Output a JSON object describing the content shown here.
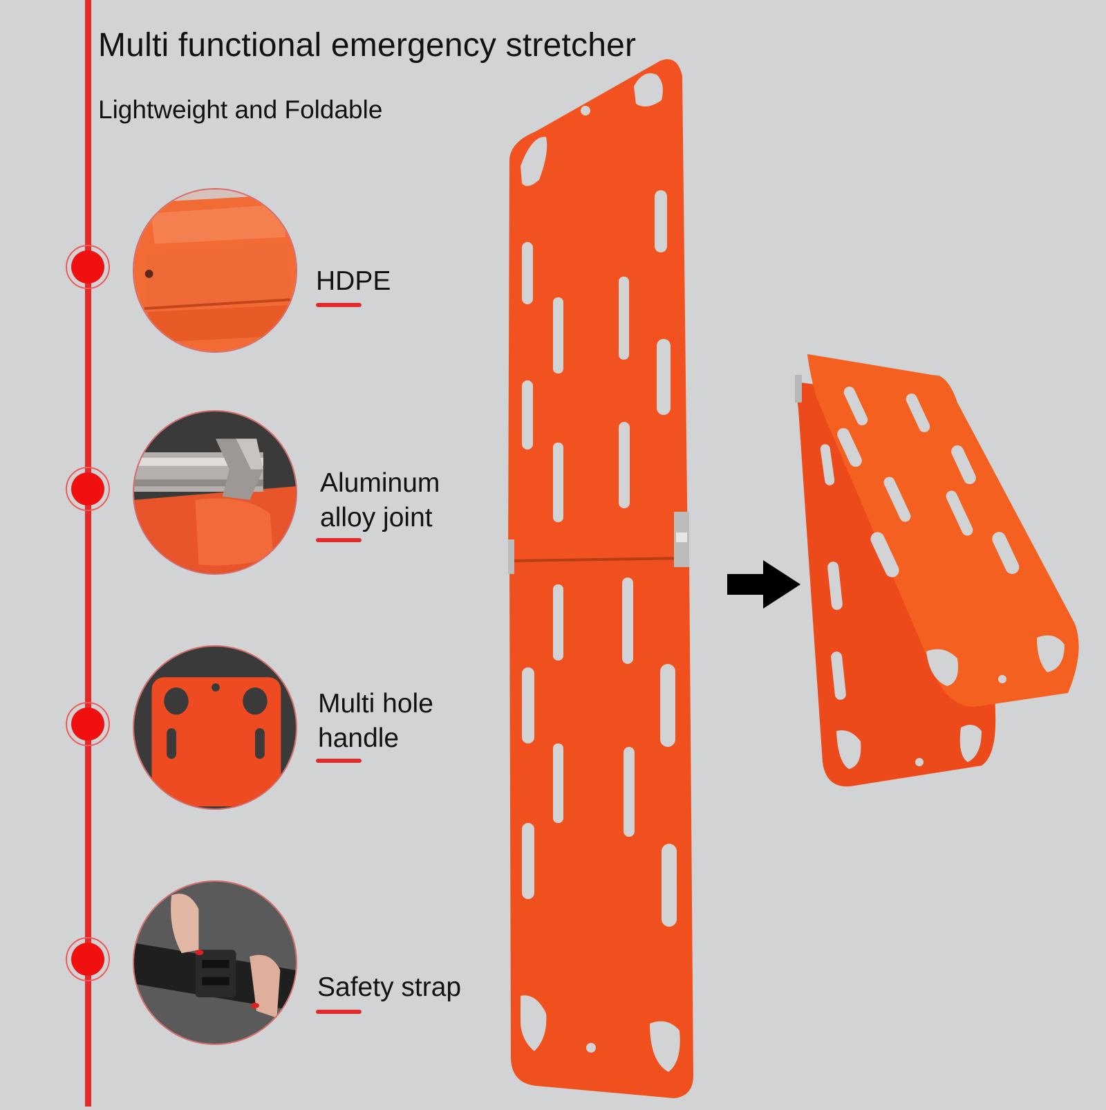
{
  "header": {
    "title": "Multi functional emergency stretcher",
    "subtitle": "Lightweight and Foldable"
  },
  "features": [
    {
      "label_lines": [
        "HDPE"
      ],
      "icon": "hdpe-material-icon"
    },
    {
      "label_lines": [
        "Aluminum",
        "alloy joint"
      ],
      "icon": "aluminum-joint-icon"
    },
    {
      "label_lines": [
        "Multi hole",
        "handle"
      ],
      "icon": "multi-hole-handle-icon"
    },
    {
      "label_lines": [
        "Safety strap"
      ],
      "icon": "safety-strap-buckle-icon"
    }
  ],
  "colors": {
    "background": "#d1d3d5",
    "accent_red": "#e32a2a",
    "stretcher_orange": "#f2521f",
    "text": "#111111"
  },
  "product_views": [
    "stretcher-unfolded",
    "stretcher-folded"
  ],
  "arrow_icon": "arrow-right-icon"
}
